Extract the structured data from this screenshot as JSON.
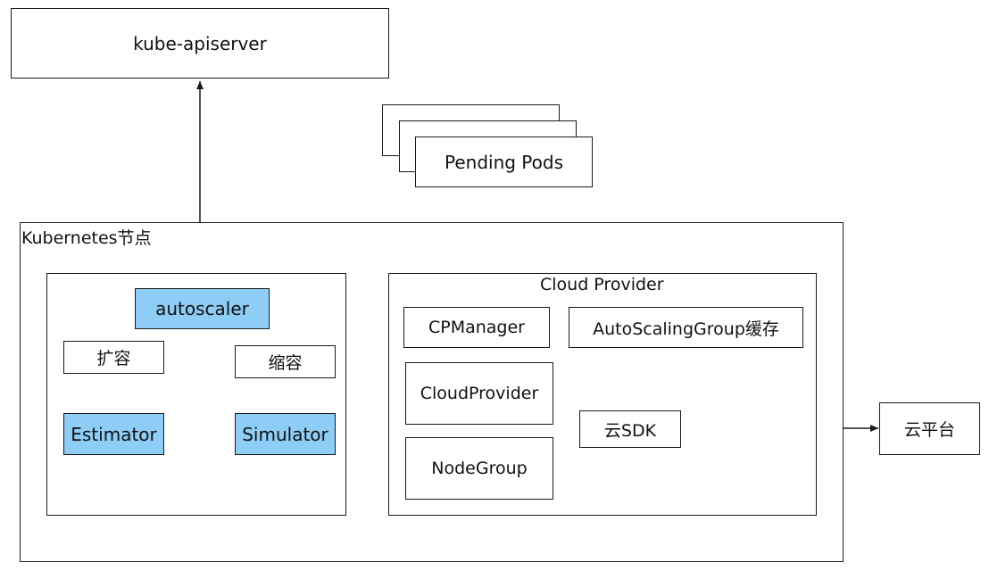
{
  "apiserver": {
    "label": "kube-apiserver"
  },
  "pending_pods": {
    "label": "Pending Pods"
  },
  "k8s_node": {
    "label": "Kubernetes节点"
  },
  "autoscaler": {
    "label": "autoscaler",
    "scale_up": "扩容",
    "scale_down": "缩容",
    "estimator": "Estimator",
    "simulator": "Simulator"
  },
  "cloud_provider": {
    "title": "Cloud Provider",
    "cp_manager": "CPManager",
    "asg_cache": "AutoScalingGroup缓存",
    "cloudprovider": "CloudProvider",
    "nodegroup": "NodeGroup",
    "cloud_sdk": "云SDK"
  },
  "cloud_platform": {
    "label": "云平台"
  },
  "colors": {
    "highlight": "#8ecdf6",
    "stroke": "#1a1a1a"
  }
}
